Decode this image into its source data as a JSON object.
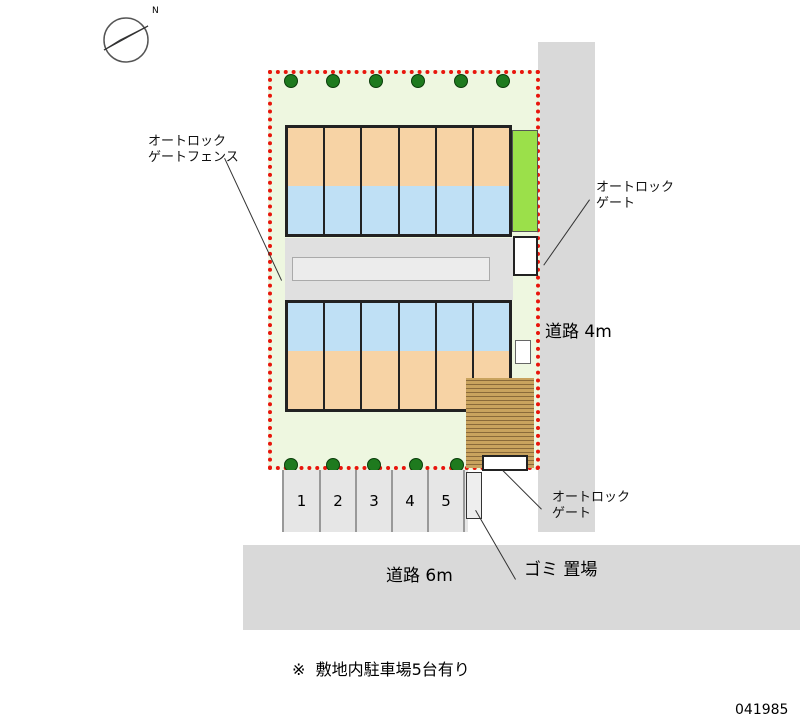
{
  "labels": {
    "fence_gate": "オートロック\nゲートフェンス",
    "gate_east": "オートロック\nゲート",
    "road_east": "道路\n4m",
    "gate_south": "オートロック\nゲート",
    "garbage": "ゴミ\n置場",
    "road_south": "道路\n6m",
    "note": "※  敷地内駐車場5台有り",
    "code": "041985",
    "compass_n": "N"
  },
  "parking": [
    "1",
    "2",
    "3",
    "4",
    "5"
  ],
  "units_per_row": 6,
  "colors": {
    "boundary": "#e8160c",
    "room": "#f7d3a5",
    "wet": "#bfe0f5",
    "garden": "#eef7e0",
    "road": "#d9d9d9"
  }
}
